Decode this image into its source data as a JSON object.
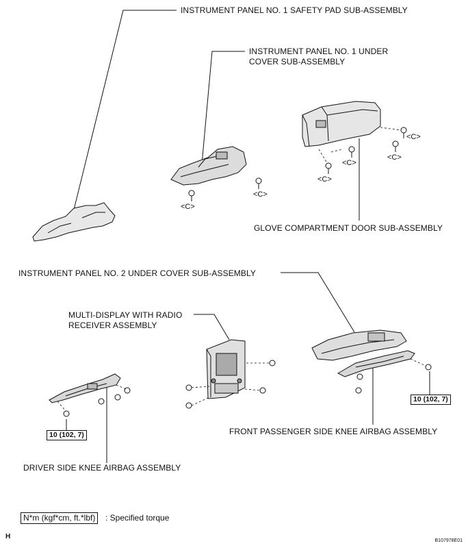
{
  "labels": {
    "safety_pad": "INSTRUMENT PANEL NO. 1 SAFETY PAD SUB-ASSEMBLY",
    "under_cover_1_line1": "INSTRUMENT PANEL NO. 1 UNDER",
    "under_cover_1_line2": "COVER SUB-ASSEMBLY",
    "glove_door": "GLOVE COMPARTMENT DOOR SUB-ASSEMBLY",
    "under_cover_2": "INSTRUMENT PANEL NO. 2 UNDER COVER SUB-ASSEMBLY",
    "multi_display_line1": "MULTI-DISPLAY WITH RADIO",
    "multi_display_line2": "RECEIVER ASSEMBLY",
    "front_pass_knee": "FRONT PASSENGER SIDE KNEE AIRBAG ASSEMBLY",
    "driver_knee": "DRIVER SIDE KNEE AIRBAG ASSEMBLY"
  },
  "clip_tag": "<C>",
  "torque": {
    "driver": "10 (102, 7)",
    "passenger": "10 (102, 7)"
  },
  "legend": {
    "box": "N*m (kgf*cm, ft.*lbf)",
    "text": ": Specified torque"
  },
  "page_mark": "H",
  "figure_id": "B107978E01"
}
